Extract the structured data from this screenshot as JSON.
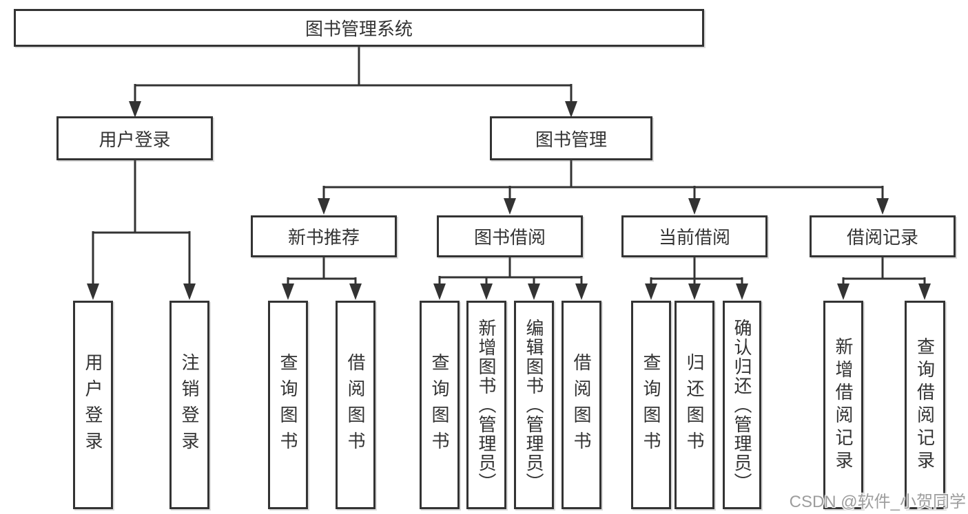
{
  "diagram": {
    "title": "图书管理系统",
    "tree": {
      "label": "图书管理系统",
      "children": [
        {
          "label": "用户登录",
          "children": [
            {
              "label": "用户登录"
            },
            {
              "label": "注销登录"
            }
          ]
        },
        {
          "label": "图书管理",
          "children": [
            {
              "label": "新书推荐",
              "children": [
                {
                  "label": "查询图书"
                },
                {
                  "label": "借阅图书"
                }
              ]
            },
            {
              "label": "图书借阅",
              "children": [
                {
                  "label": "查询图书"
                },
                {
                  "label": "新增图书（管理员）"
                },
                {
                  "label": "编辑图书（管理员）"
                },
                {
                  "label": "借阅图书"
                }
              ]
            },
            {
              "label": "当前借阅",
              "children": [
                {
                  "label": "查询图书"
                },
                {
                  "label": "归还图书"
                },
                {
                  "label": "确认归还（管理员）"
                }
              ]
            },
            {
              "label": "借阅记录",
              "children": [
                {
                  "label": "新增借阅记录"
                },
                {
                  "label": "查询借阅记录"
                }
              ]
            }
          ]
        }
      ]
    }
  },
  "watermark": {
    "text": "CSDN @软件_小贺同学"
  },
  "colors": {
    "background": "#ffffff",
    "line": "#333333",
    "box_border": "#333333",
    "text": "#333333",
    "watermark": "#9d9d9d"
  }
}
